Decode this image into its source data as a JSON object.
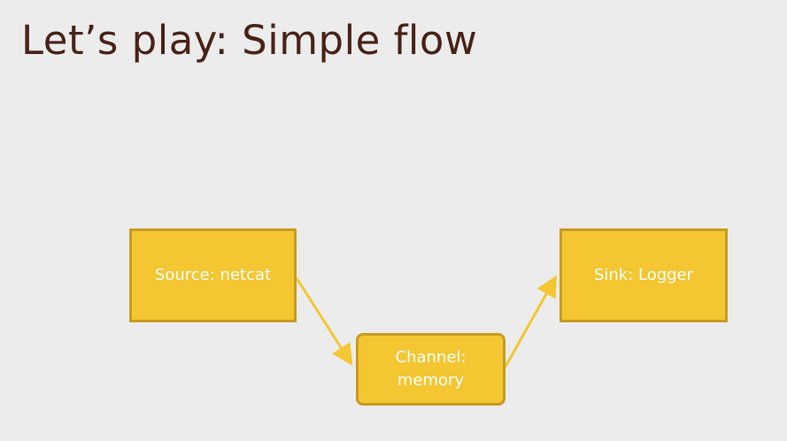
{
  "slide": {
    "title": "Let’s play: Simple flow"
  },
  "diagram": {
    "nodes": {
      "source": {
        "label": "Source: netcat"
      },
      "channel": {
        "label_line1": "Channel:",
        "label_line2": "memory"
      },
      "sink": {
        "label": "Sink: Logger"
      }
    },
    "edges": [
      {
        "from": "source",
        "to": "channel"
      },
      {
        "from": "channel",
        "to": "sink"
      }
    ]
  },
  "colors": {
    "background": "#ececec",
    "title": "#4a2216",
    "node_fill": "#f4c631",
    "node_border": "#c89b21",
    "node_text": "#ffffff",
    "arrow": "#f4c631"
  }
}
